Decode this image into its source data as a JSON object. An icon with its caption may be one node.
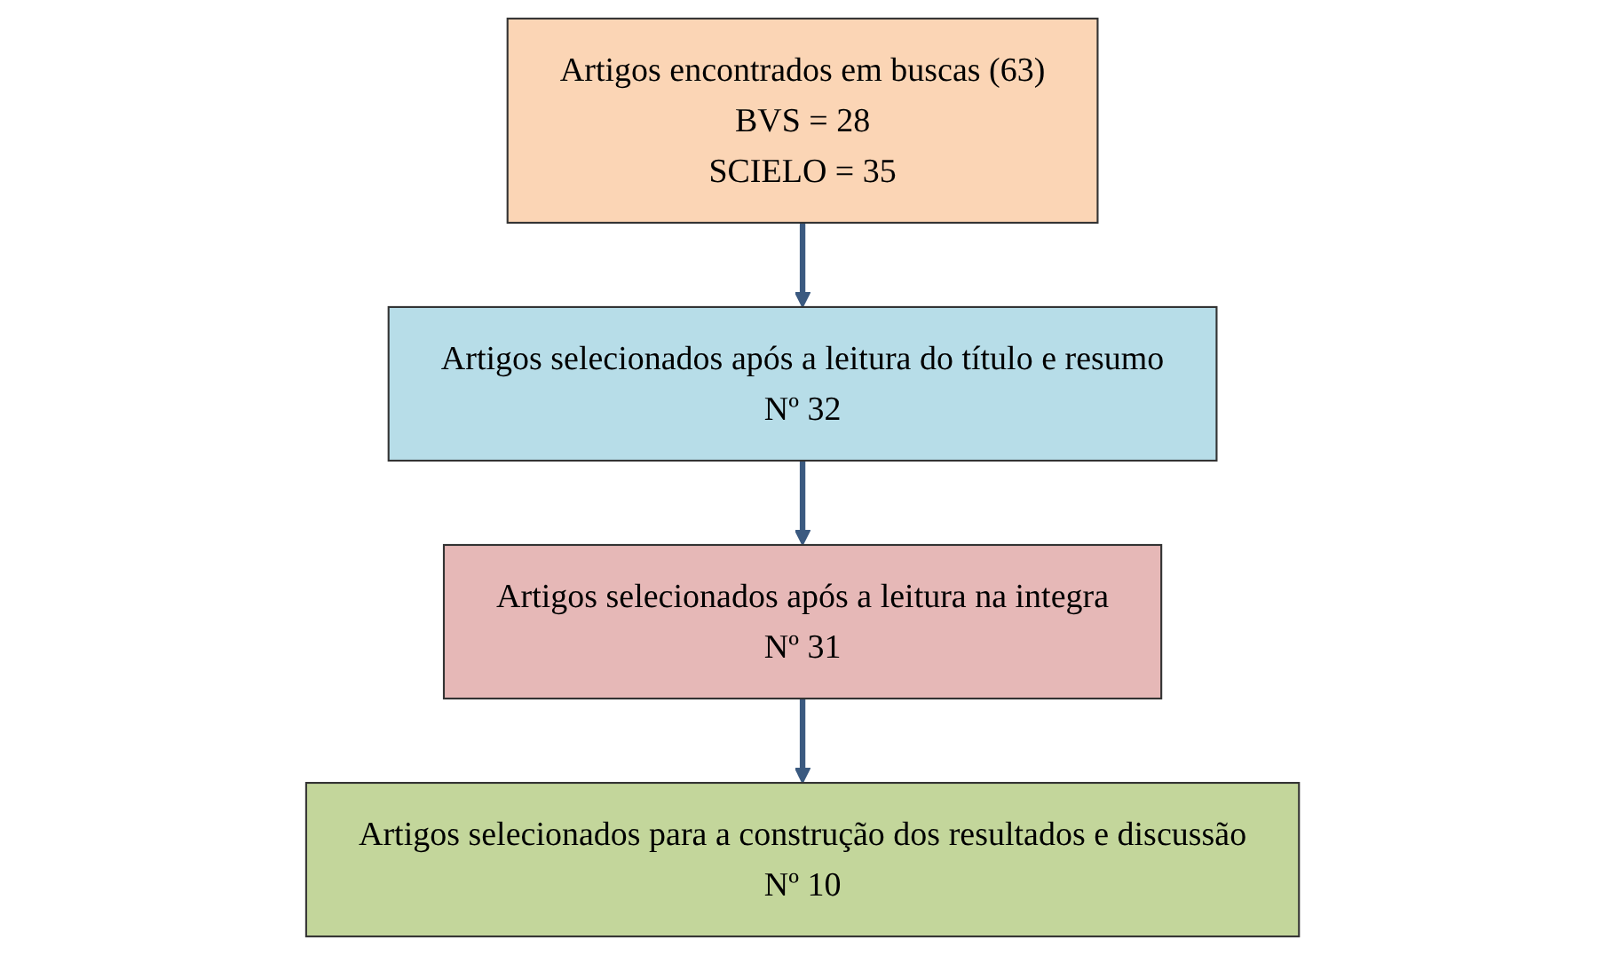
{
  "diagram": {
    "nodes": [
      {
        "text": [
          "Artigos encontrados em buscas (63)",
          "BVS = 28",
          "SCIELO = 35"
        ]
      },
      {
        "text": [
          "Artigos selecionados após a leitura do título e resumo",
          "Nº 32"
        ]
      },
      {
        "text": [
          "Artigos selecionados após a leitura na integra",
          "Nº 31"
        ]
      },
      {
        "text": [
          "Artigos selecionados para a construção dos resultados e discussão",
          "Nº 10"
        ]
      }
    ],
    "edges": [
      {
        "from": 0,
        "to": 1,
        "arrow": "to"
      },
      {
        "from": 1,
        "to": 2,
        "arrow": "to"
      },
      {
        "from": 2,
        "to": 3,
        "arrow": "to"
      }
    ]
  }
}
